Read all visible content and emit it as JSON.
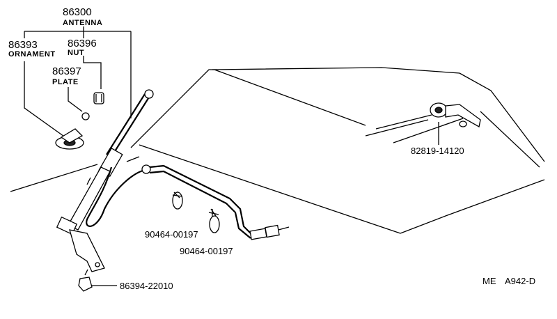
{
  "parts": {
    "antenna": {
      "number": "86300",
      "name": "ANTENNA"
    },
    "ornament": {
      "number": "86393",
      "name": "ORNAMENT"
    },
    "nut": {
      "number": "86396",
      "name": "NUT"
    },
    "plate": {
      "number": "86397",
      "name": "PLATE"
    },
    "bracket_part": {
      "number": "82819-14120"
    },
    "clamp_a": {
      "number": "90464-00197"
    },
    "clamp_b": {
      "number": "90464-00197"
    },
    "bolt": {
      "number": "86394-22010"
    }
  },
  "diagram_code": {
    "prefix": "ME",
    "code": "A942-D"
  }
}
